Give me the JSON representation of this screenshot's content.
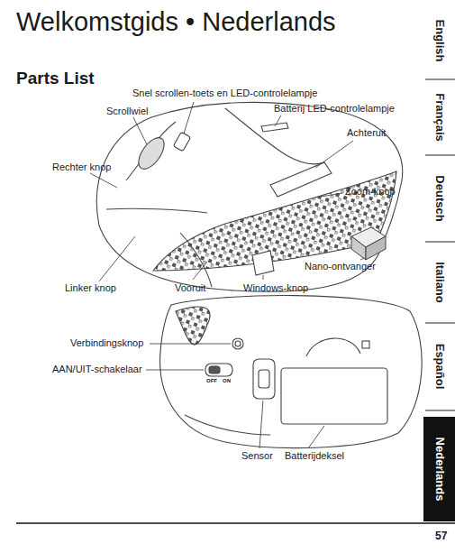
{
  "diagram": {
    "title": "Welkomstgids • Nederlands",
    "nodes": [
      {
        "text": [
          "Nederlands"
        ]
      }
    ],
    "labels": [
      "Parts List",
      "Snel scrollen-toets en LED-controlelampje",
      "Batterij LED-controlelampje",
      "Scrollwiel",
      "Achteruit",
      "Rechter knop",
      "Zoom-knop",
      "Nano-ontvanger",
      "Linker knop",
      "Vooruit",
      "Windows-knop",
      "Verbindingsknop",
      "AAN/UIT-schakelaar",
      "OFF",
      "ON",
      "Sensor",
      "Batterijdeksel",
      "English",
      "Français",
      "Deutsch",
      "Italiano",
      "Español",
      "57"
    ]
  }
}
